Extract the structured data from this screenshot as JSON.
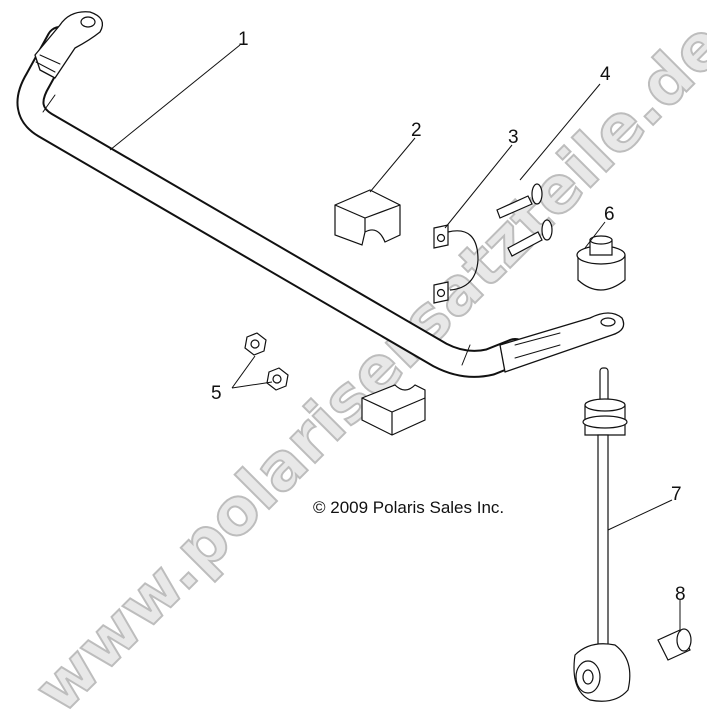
{
  "diagram": {
    "copyright": "© 2009 Polaris Sales Inc.",
    "watermark": "www.polarisersatzteile.de",
    "callouts": [
      "1",
      "2",
      "3",
      "4",
      "5",
      "6",
      "7",
      "8"
    ],
    "colors": {
      "line": "#111111",
      "watermark_fill": "#e8e8e8",
      "watermark_stroke": "#bdbdbd",
      "background": "#ffffff"
    }
  }
}
